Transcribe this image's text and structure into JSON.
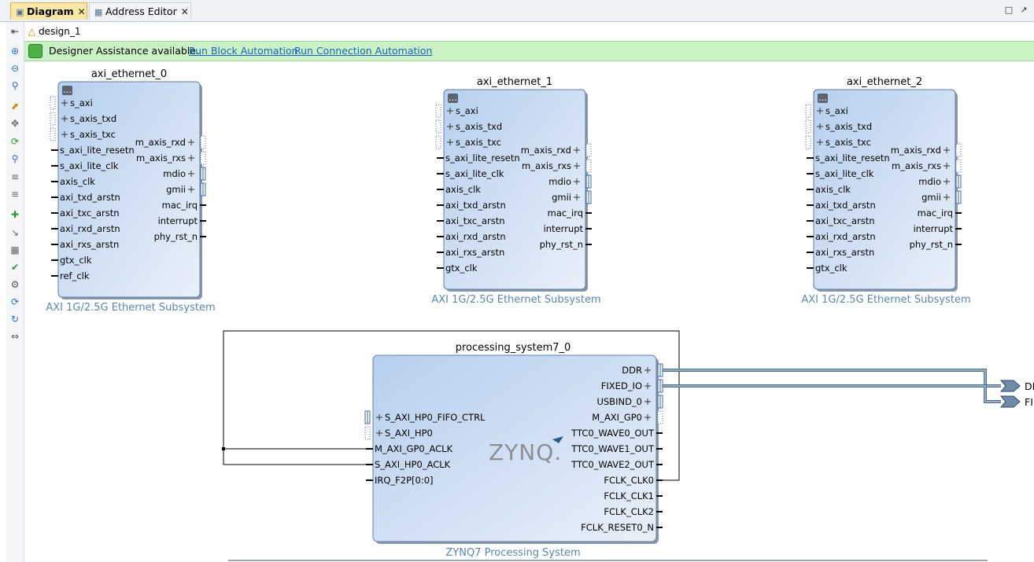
{
  "tabs": [
    {
      "label": "Diagram",
      "active": true
    },
    {
      "label": "Address Editor",
      "active": false
    }
  ],
  "breadcrumb": {
    "design": "design_1"
  },
  "banner": {
    "message": "Designer Assistance available.",
    "link_block": "Run Block Automation",
    "link_connection": "Run Connection Automation"
  },
  "blocks": {
    "eth0": {
      "name": "axi_ethernet_0",
      "subtitle": "AXI 1G/2.5G Ethernet Subsystem",
      "left_ports": [
        "s_axi",
        "s_axis_txd",
        "s_axis_txc",
        "s_axi_lite_resetn",
        "s_axi_lite_clk",
        "axis_clk",
        "axi_txd_arstn",
        "axi_txc_arstn",
        "axi_rxd_arstn",
        "axi_rxs_arstn",
        "gtx_clk",
        "ref_clk"
      ],
      "right_ports": [
        "m_axis_rxd",
        "m_axis_rxs",
        "mdio",
        "gmii",
        "mac_irq",
        "interrupt",
        "phy_rst_n"
      ]
    },
    "eth1": {
      "name": "axi_ethernet_1",
      "subtitle": "AXI 1G/2.5G Ethernet Subsystem",
      "left_ports": [
        "s_axi",
        "s_axis_txd",
        "s_axis_txc",
        "s_axi_lite_resetn",
        "s_axi_lite_clk",
        "axis_clk",
        "axi_txd_arstn",
        "axi_txc_arstn",
        "axi_rxd_arstn",
        "axi_rxs_arstn",
        "gtx_clk"
      ],
      "right_ports": [
        "m_axis_rxd",
        "m_axis_rxs",
        "mdio",
        "gmii",
        "mac_irq",
        "interrupt",
        "phy_rst_n"
      ]
    },
    "eth2": {
      "name": "axi_ethernet_2",
      "subtitle": "AXI 1G/2.5G Ethernet Subsystem",
      "left_ports": [
        "s_axi",
        "s_axis_txd",
        "s_axis_txc",
        "s_axi_lite_resetn",
        "s_axi_lite_clk",
        "axis_clk",
        "axi_txd_arstn",
        "axi_txc_arstn",
        "axi_rxd_arstn",
        "axi_rxs_arstn",
        "gtx_clk"
      ],
      "right_ports": [
        "m_axis_rxd",
        "m_axis_rxs",
        "mdio",
        "gmii",
        "mac_irq",
        "interrupt",
        "phy_rst_n"
      ]
    },
    "ps7": {
      "name": "processing_system7_0",
      "subtitle": "ZYNQ7 Processing System",
      "logo": "ZYNQ.",
      "left_ports": [
        "S_AXI_HP0_FIFO_CTRL",
        "S_AXI_HP0",
        "M_AXI_GP0_ACLK",
        "S_AXI_HP0_ACLK",
        "IRQ_F2P[0:0]"
      ],
      "right_ports": [
        "DDR",
        "FIXED_IO",
        "USBIND_0",
        "M_AXI_GP0",
        "TTC0_WAVE0_OUT",
        "TTC0_WAVE1_OUT",
        "TTC0_WAVE2_OUT",
        "FCLK_CLK0",
        "FCLK_CLK1",
        "FCLK_CLK2",
        "FCLK_RESET0_N"
      ]
    }
  },
  "external_ports": [
    "DI",
    "FI"
  ],
  "colors": {
    "block_fill": "#c6daf0",
    "subtitle": "#5a85b4",
    "bus": "#4f6f93",
    "banner": "#c9f3c4",
    "tab_active": "#fbe8a6",
    "link": "#1c5fc4"
  },
  "toolbar_icons": [
    "collapse-icon",
    "zoom-in-icon",
    "zoom-out-icon",
    "zoom-fit-icon",
    "select-icon",
    "fit-selection-icon",
    "auto-connect-icon",
    "search-icon",
    "align-icon",
    "distribute-icon",
    "add-ip-icon",
    "make-connection-icon",
    "regenerate-icon",
    "validate-icon",
    "settings-icon",
    "refresh-icon",
    "reload-icon",
    "expand-icon"
  ]
}
